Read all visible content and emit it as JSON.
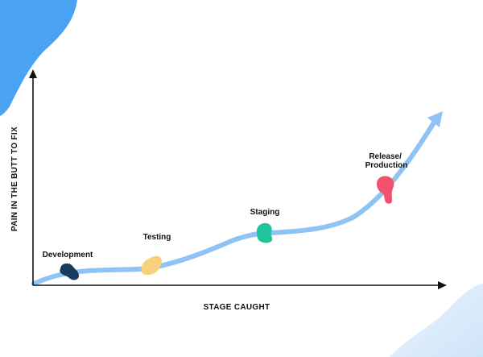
{
  "axes": {
    "y_label": "PAIN IN THE BUTT TO FIX",
    "x_label": "STAGE CAUGHT"
  },
  "stages": [
    {
      "id": "development",
      "label_lines": [
        "Development"
      ],
      "color": "#163b5e"
    },
    {
      "id": "testing",
      "label_lines": [
        "Testing"
      ],
      "color": "#f7d27a"
    },
    {
      "id": "staging",
      "label_lines": [
        "Staging"
      ],
      "color": "#1fc49a"
    },
    {
      "id": "release",
      "label_lines": [
        "Release/",
        "Production"
      ],
      "color": "#f0516f"
    }
  ],
  "colors": {
    "curve": "#8ec3f4",
    "axis": "#111111",
    "corner_blob": "#4aa3f2",
    "corner_blob_faded": "#dcebfb"
  }
}
